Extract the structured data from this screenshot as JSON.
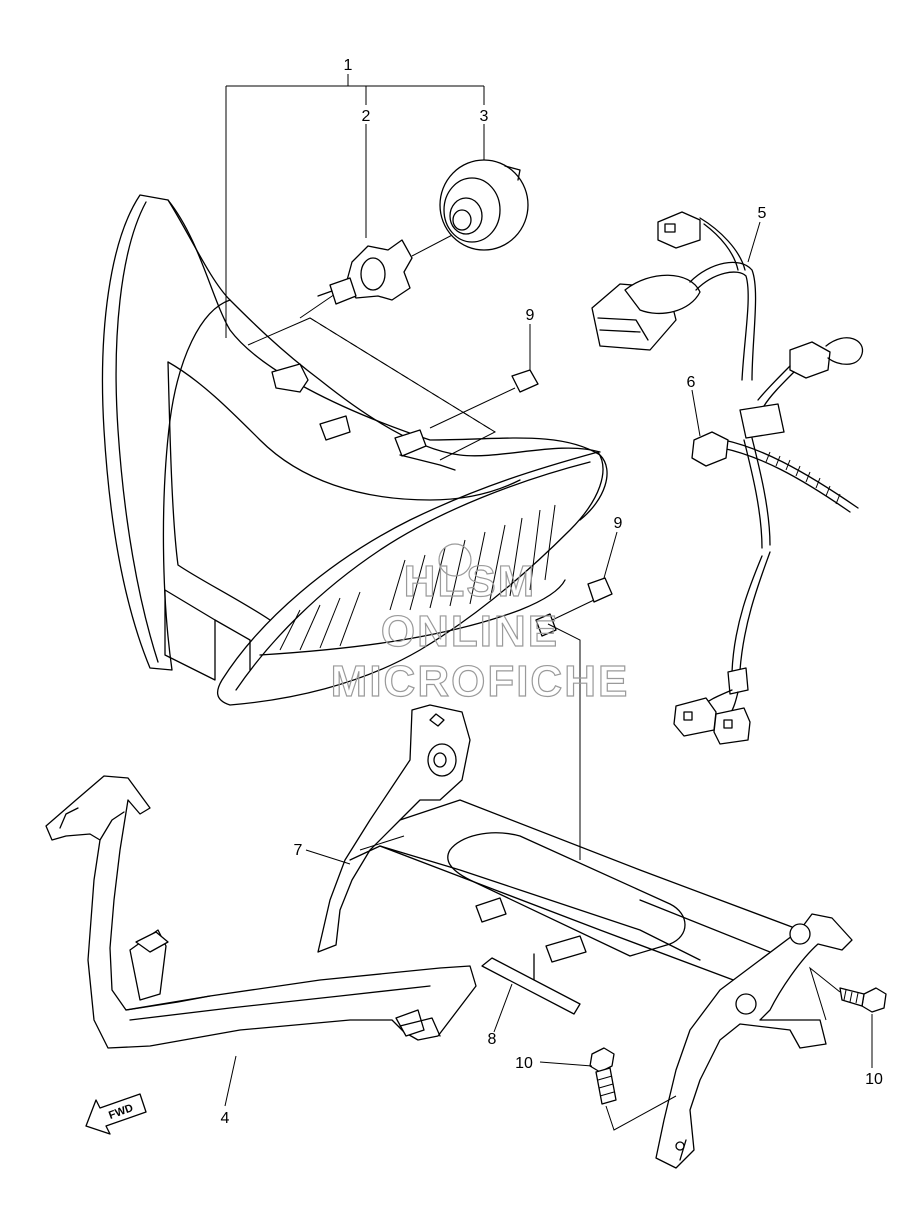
{
  "parts": [
    {
      "id": "p1",
      "label": "1"
    },
    {
      "id": "p2",
      "label": "2"
    },
    {
      "id": "p3",
      "label": "3"
    },
    {
      "id": "p4",
      "label": "4"
    },
    {
      "id": "p5",
      "label": "5"
    },
    {
      "id": "p6",
      "label": "6"
    },
    {
      "id": "p7",
      "label": "7"
    },
    {
      "id": "p8",
      "label": "8"
    },
    {
      "id": "p9a",
      "label": "9"
    },
    {
      "id": "p9b",
      "label": "9"
    },
    {
      "id": "p10a",
      "label": "10"
    },
    {
      "id": "p10b",
      "label": "10"
    }
  ],
  "watermark": {
    "line1": "HLSM",
    "line2": "ONLINE",
    "line3": "MICROFICHE"
  },
  "direction_arrow": {
    "label": "FWD",
    "icon": "fwd-arrow-icon"
  }
}
